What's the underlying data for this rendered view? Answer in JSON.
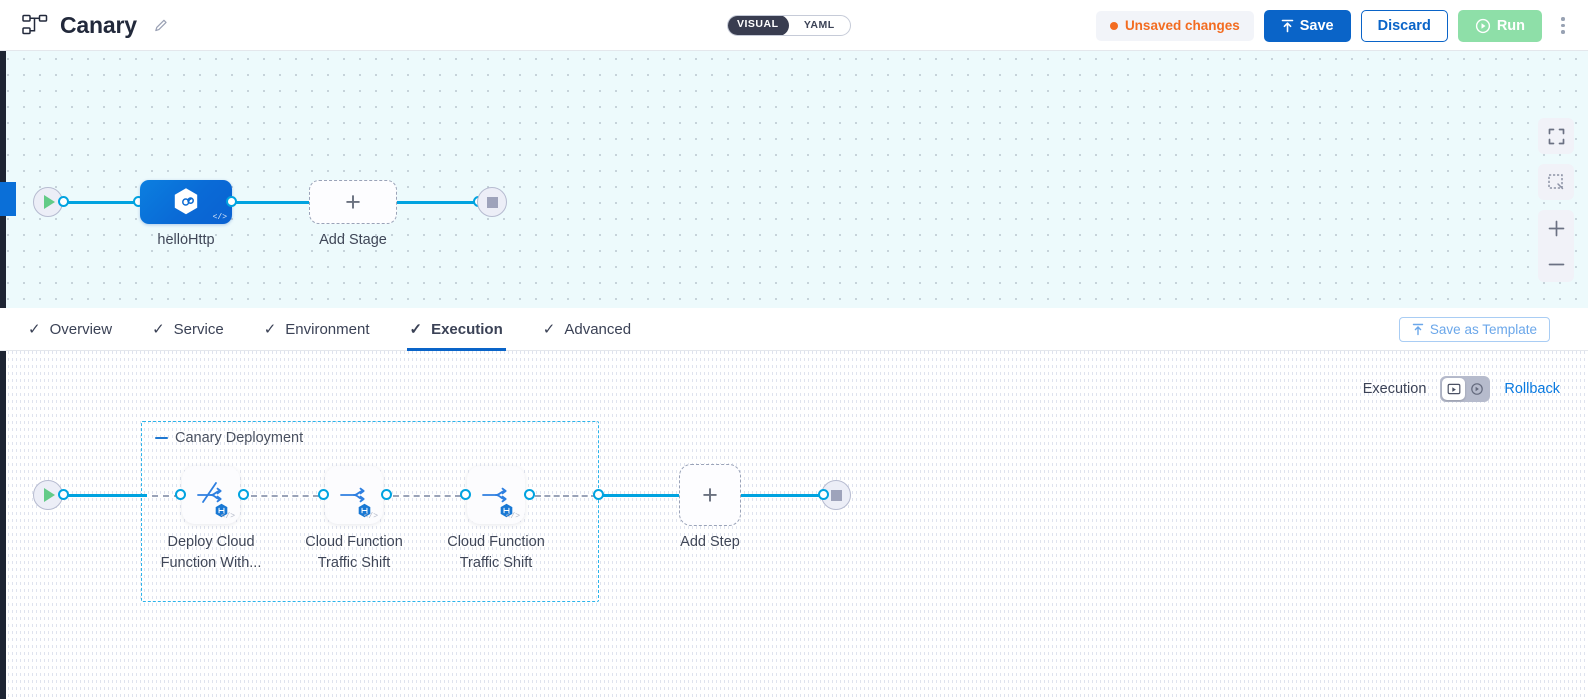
{
  "header": {
    "pipeline_icon": "pipeline-icon",
    "title": "Canary",
    "edit_icon": "pencil-icon",
    "mode_toggle": {
      "options": [
        "VISUAL",
        "YAML"
      ],
      "selected": "VISUAL"
    },
    "unsaved_label": "Unsaved changes",
    "save_label": "Save",
    "discard_label": "Discard",
    "run_label": "Run",
    "more_menu": "kebab-menu-icon"
  },
  "top_canvas": {
    "start_node": "start-node",
    "end_node": "end-node",
    "stages": [
      {
        "label": "helloHttp",
        "icon": "cloud-function-hex-icon",
        "code_glyph": "</>"
      }
    ],
    "add_stage_label": "Add Stage",
    "controls": [
      {
        "name": "fit-screen-button",
        "icon": "fullscreen-icon"
      },
      {
        "name": "select-area-button",
        "icon": "dashed-square-icon"
      },
      {
        "name": "zoom-in-button",
        "icon": "plus-icon"
      },
      {
        "name": "zoom-out-button",
        "icon": "minus-icon"
      }
    ]
  },
  "tabs": [
    {
      "label": "Overview",
      "checked": true,
      "active": false
    },
    {
      "label": "Service",
      "checked": true,
      "active": false
    },
    {
      "label": "Environment",
      "checked": true,
      "active": false
    },
    {
      "label": "Execution",
      "checked": true,
      "active": true
    },
    {
      "label": "Advanced",
      "checked": true,
      "active": false
    }
  ],
  "save_as_template_label": "Save as Template",
  "execution": {
    "label": "Execution",
    "toggle": {
      "options": [
        "execution-view",
        "rollback-view"
      ],
      "selected": "execution-view"
    },
    "rollback_label": "Rollback",
    "group": {
      "label": "Canary Deployment",
      "steps": [
        {
          "label_line1": "Deploy Cloud",
          "label_line2": "Function With...",
          "icon": "deploy-function-icon",
          "code_glyph": "</>"
        },
        {
          "label_line1": "Cloud Function",
          "label_line2": "Traffic Shift",
          "icon": "traffic-shift-icon",
          "code_glyph": "</>"
        },
        {
          "label_line1": "Cloud Function",
          "label_line2": "Traffic Shift",
          "icon": "traffic-shift-icon",
          "code_glyph": "</>"
        }
      ]
    },
    "add_step_label": "Add Step",
    "start_node": "start-node",
    "end_node": "end-node"
  },
  "colors": {
    "accent_blue": "#0a64c8",
    "link_blue": "#00a3e0",
    "warning_orange": "#f36c21",
    "run_green": "#8edfa8",
    "group_border": "#2bb3ea"
  }
}
